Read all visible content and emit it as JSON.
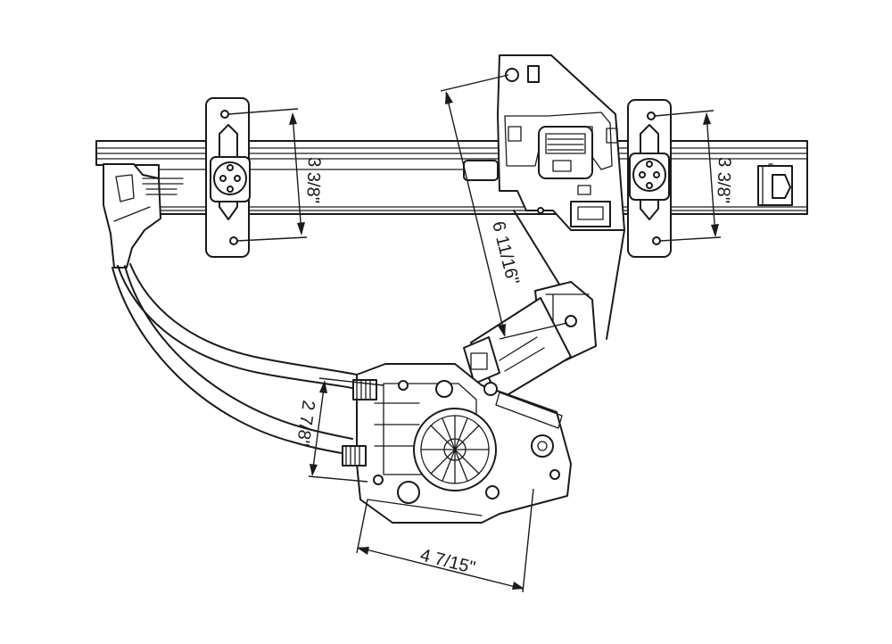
{
  "diagram": {
    "subject": "window-regulator-with-motor",
    "stroke_color": "#1a1a1a",
    "background": "#ffffff",
    "dimensions": [
      {
        "id": "left-bracket-hole-spacing",
        "label": "3 3/8\""
      },
      {
        "id": "right-bracket-hole-spacing",
        "label": "3 3/8\""
      },
      {
        "id": "mount-to-motor",
        "label": "6 11/16\""
      },
      {
        "id": "motor-hole-height",
        "label": "2 7/8\""
      },
      {
        "id": "motor-hole-width",
        "label": "4 7/15\""
      }
    ]
  }
}
